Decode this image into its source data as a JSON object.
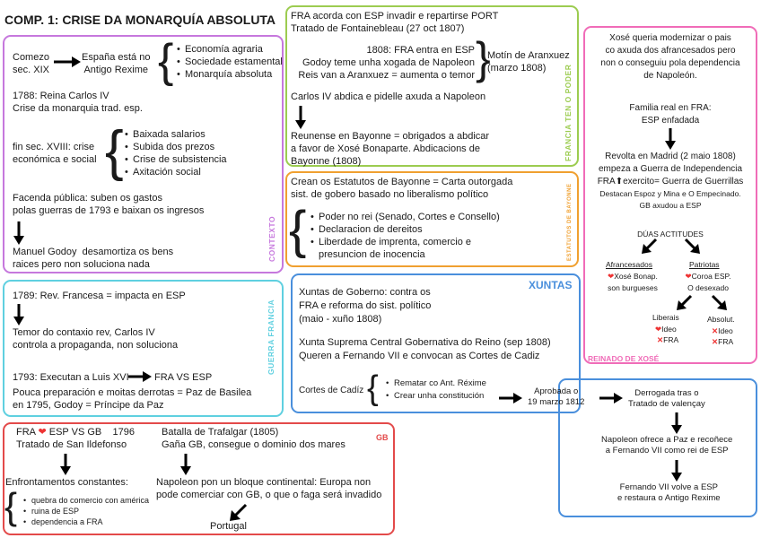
{
  "title": "COMP. 1: CRISE DA MONARQUÍA ABSOLUTA",
  "contexto": {
    "label": "CONTEXTO",
    "comezo": "Comezo\nsec. XIX",
    "espana": "España está no\nAntigo Rexime",
    "espana_items": [
      "Economía agraria",
      "Sociedade estamental",
      "Monarquía absoluta"
    ],
    "reina": "1788: Reina Carlos IV\nCrise da monarquia trad. esp.",
    "finsec": "fin sec. XVIII: crise\neconómica e social",
    "finsec_items": [
      "Baixada salarios",
      "Subida dos prezos",
      "Crise de subsistencia",
      "Axitación social"
    ],
    "facenda": "Facenda pública: suben os gastos\npolas guerras de 1793 e baixan os ingresos",
    "godoy": "Manuel Godoy  desamortiza os bens\nraices pero non soluciona nada"
  },
  "guerra": {
    "label": "GUERRA FRANCIA",
    "rev": "1789: Rev. Francesa = impacta en ESP",
    "temor": "Temor do contaxio rev, Carlos IV\ncontrola a propaganda, non soluciona",
    "executan": "1793: Executan a Luis XVI",
    "fra_esp": "FRA VS ESP",
    "pouca": "Pouca preparación e moitas derrotas = Paz de Basilea\nen 1795, Godoy = Príncipe da Paz"
  },
  "gb": {
    "label": "GB",
    "fra": "FRA",
    "esp_vs_gb": "ESP VS GB    1796",
    "tratado": "Tratado de San Ildefonso",
    "trafalgar": "Batalla de Trafalgar (1805)\nGaña GB, consegue o dominio dos mares",
    "enfrontamentos": "Enfrontamentos constantes:",
    "enf_items": [
      "quebra do comercio con américa",
      "ruina de ESP",
      "dependencia a FRA"
    ],
    "napoleon": "Napoleon pon un bloque continental: Europa non\npode comerciar con GB, o que o faga será invadido",
    "portugal": "Portugal"
  },
  "francia_poder": {
    "label": "FRANCIA TEN O PODER",
    "fra_acorda": "FRA acorda con ESP invadir e repartirse PORT\nTratado de Fontainebleau (27 oct 1807)",
    "fra_entra": "1808: FRA entra en ESP\nGodoy teme unha xogada de Napoleon\nReis van a Aranxuez = aumenta o temor",
    "motin": "Motín de Aranxuez\n(marzo 1808)",
    "carlos": "Carlos IV abdica e pidelle axuda a Napoleon",
    "reunense": "Reunense en Bayonne = obrigados a abdicar\na favor de Xosé Bonaparte. Abdicacions de\nBayonne (1808)"
  },
  "estatutos": {
    "label": "ESTATUTOS DE BAYONNE",
    "crean": "Crean os Estatutos de Bayonne = Carta outorgada\nsist. de gobero basado no liberalismo político",
    "items": [
      "Poder no rei (Senado, Cortes e Consello)",
      "Declaracion de dereitos",
      "Liberdade de imprenta, comercio e\npresuncion de inocencia"
    ]
  },
  "xuntas": {
    "label": "XUNTAS",
    "xuntas_gob": "Xuntas de Goberno: contra os\nFRA e reforma do sist. político\n(maio - xuño 1808)",
    "xunta_sup": "Xunta Suprema Central Gobernativa do Reino (sep 1808)\nQueren a Fernando VII e convocan as Cortes de Cadiz",
    "cortes": "Cortes de Cadíz",
    "cortes_items": [
      "Rematar co Ant. Réxime",
      "Crear unha constitución"
    ],
    "aprobada": "Aprobada o\n19 marzo 1812",
    "derrogada": "Derrogada tras o\nTratado de valençay",
    "napoleon_ofrece": "Napoleon ofrece a Paz e recoñece\na Fernando VII como rei de ESP",
    "fernando": "Fernando VII volve a ESP\ne restaura o Antigo Rexime"
  },
  "reinado": {
    "label": "REINADO DE XOSÉ",
    "xose": "Xosé queria modernizar o pais\nco axuda dos afrancesados pero\nnon o conseguiu pola dependencia\nde Napoleón.",
    "familia": "Familia real en FRA:\nESP enfadada",
    "revolta": "Revolta en Madrid (2 maio 1808)\nempeza a Guerra de Independencia",
    "fra_exercito": "FRA",
    "exercito_rest": "exercito= Guerra de Guerrillas",
    "destacan": "Destacan Espoz y Mina e O Empecinado.\nGB axudou a ESP",
    "duas": "DÚAS ACTITUDES",
    "afrancesados": "Afrancesados",
    "patriotas": "Patriotas",
    "xose_bonap": "Xosé Bonap.\nson burgueses",
    "coroa": "Coroa ESP.\nO desexado",
    "liberais": "Liberais",
    "absolut": "Absolut.",
    "ideo": "Ideo",
    "fra_x": "FRA"
  },
  "colors": {
    "contexto": "#c678dd",
    "guerra": "#5fd0e0",
    "gb": "#e34a4a",
    "francia": "#9ccc50",
    "estatutos": "#f0a030",
    "xuntas": "#4a8fdc",
    "reinado": "#f06cb8"
  }
}
